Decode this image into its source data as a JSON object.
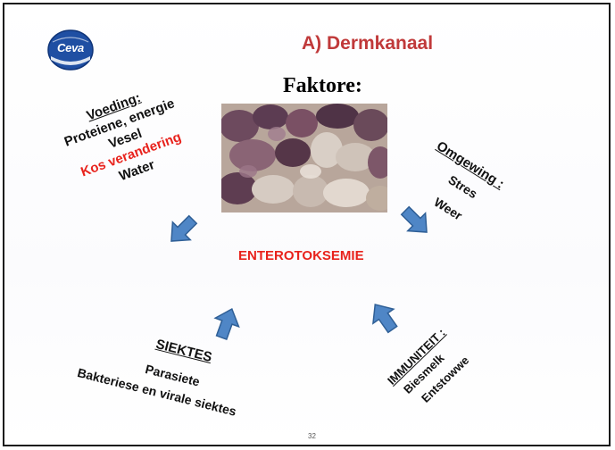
{
  "slide": {
    "title": "A) Dermkanaal",
    "subtitle": "Faktore:",
    "center": "ENTEROTOKSEMIE",
    "page_number": "32",
    "logo_text": "Ceva",
    "photo_alt": "intestine-photo"
  },
  "groups": {
    "voeding": {
      "heading": "Voeding:",
      "items": [
        "Proteiene, energie",
        "Vesel",
        "Kos verandering",
        "Water"
      ],
      "highlight_index": 2
    },
    "omgewing": {
      "heading": "Omgewing :",
      "items": [
        "Stres",
        "Weer"
      ]
    },
    "siektes": {
      "heading": "SIEKTES",
      "items": [
        "Parasiete",
        "Bakteriese en virale siektes"
      ]
    },
    "immuniteit": {
      "heading": "IMMUNITEIT :",
      "items": [
        "Biesmelk",
        "Entstowwe"
      ]
    }
  },
  "colors": {
    "title": "#c0393a",
    "highlight": "#e8221c",
    "arrow_fill": "#4f86c6",
    "arrow_stroke": "#2f5f96",
    "logo_blue": "#1f4fa3"
  },
  "icons": {
    "arrows": [
      "arrow-down-right-icon",
      "arrow-down-left-icon",
      "arrow-up-icon",
      "arrow-up-left-icon"
    ]
  }
}
